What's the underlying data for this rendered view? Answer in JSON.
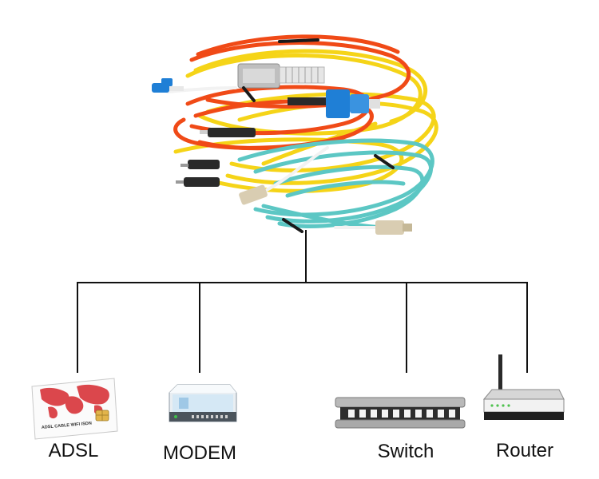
{
  "diagram": {
    "hub": {
      "name": "fiber-optic-patch-cables"
    },
    "devices": [
      {
        "id": "adsl",
        "label": "ADSL",
        "card_text": "ADSL CABLE WIFI ISDN"
      },
      {
        "id": "modem",
        "label": "MODEM"
      },
      {
        "id": "switch",
        "label": "Switch"
      },
      {
        "id": "router",
        "label": "Router"
      }
    ],
    "colors": {
      "cable_orange": "#f04a17",
      "cable_yellow": "#f5d418",
      "cable_aqua": "#5cc7c4",
      "connector_blue": "#1f7fd6",
      "connector_beige": "#d9cdb2",
      "line": "#111111",
      "card_red": "#d8343a"
    }
  }
}
